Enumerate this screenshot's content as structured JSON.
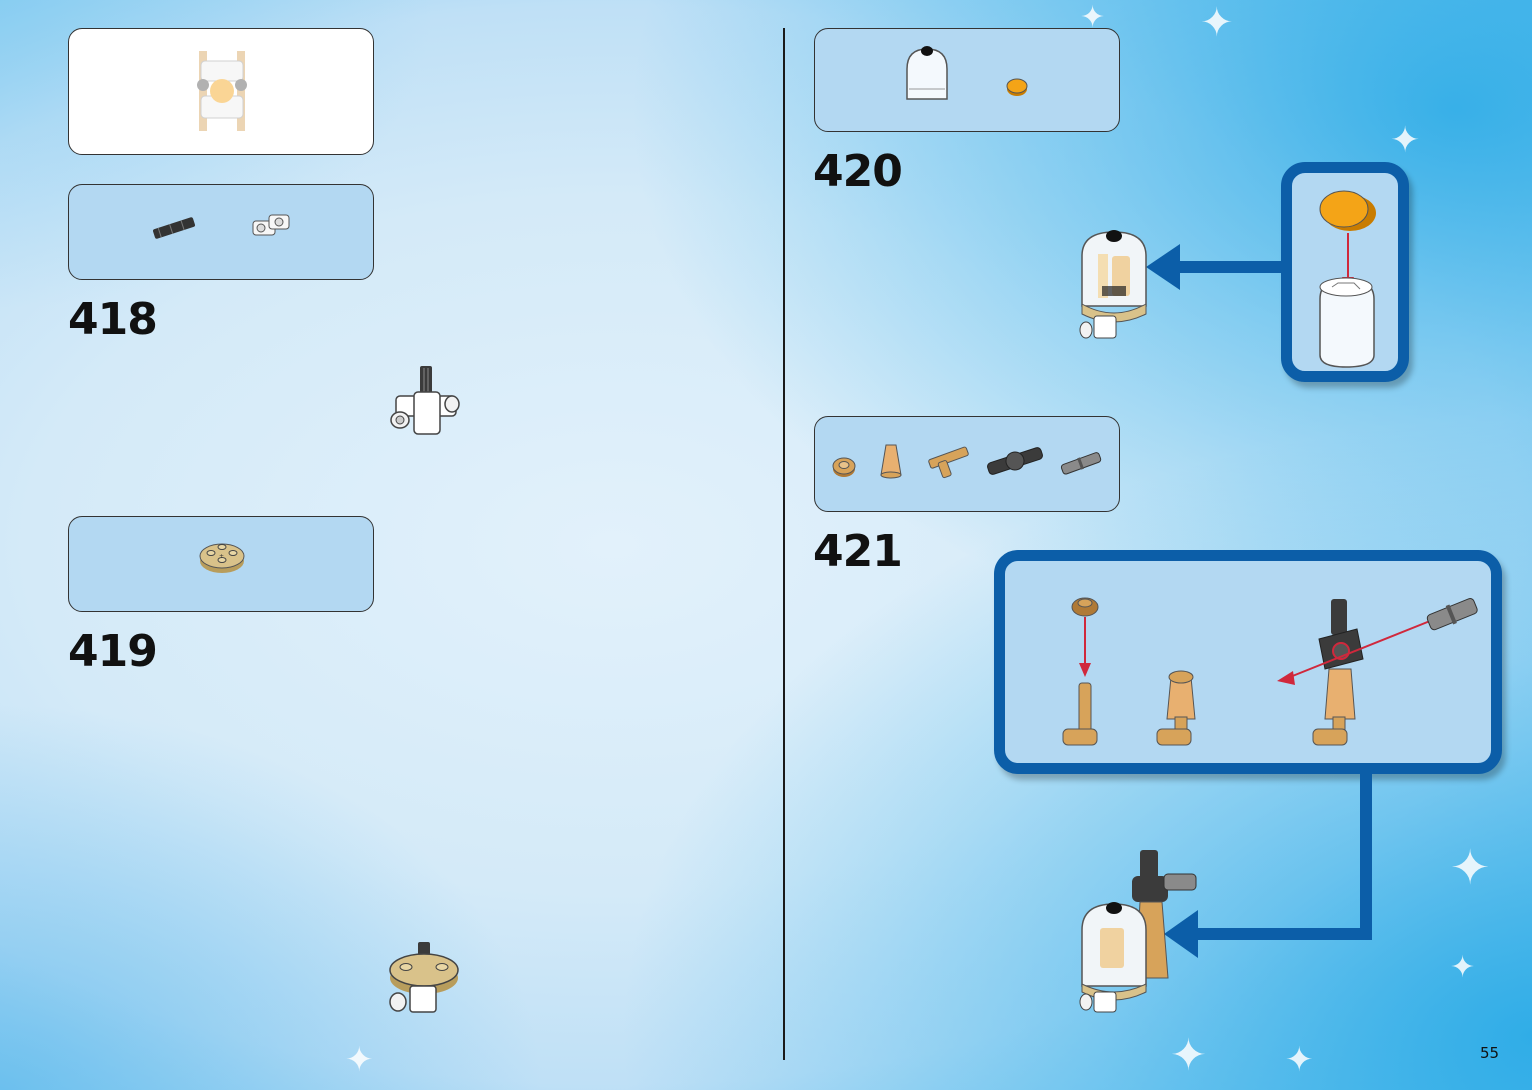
{
  "steps": [
    {
      "number": "418"
    },
    {
      "number": "419"
    },
    {
      "number": "420"
    },
    {
      "number": "421"
    }
  ],
  "page_number": "55",
  "colors": {
    "callout_border": "#0c5ea8",
    "parts_box_fill": "#b3d8f2",
    "arrow_red": "#d0283c",
    "tan": "#d9c28a",
    "pearl_gold": "#d7a35a",
    "bright_orange": "#f4a417",
    "dark_gray": "#3b3b3b"
  },
  "icons": [
    "submodel-preview-icon",
    "axle-icon",
    "pin-connector-icon",
    "round-plate-icon",
    "dome-icon",
    "round-tile-icon",
    "cone-icon",
    "bar-holder-icon",
    "axle-connector-icon",
    "pin-icon"
  ]
}
